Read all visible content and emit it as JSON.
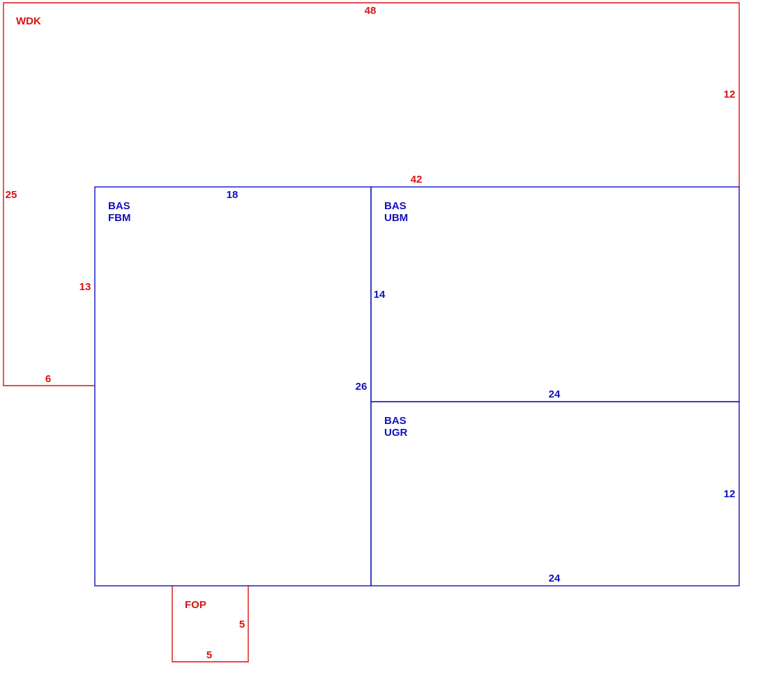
{
  "colors": {
    "exterior": "#dd1111",
    "interior": "#1111bb",
    "background": "#ffffff"
  },
  "areas": {
    "wdk": {
      "name": "WDK",
      "dims": {
        "top": "48",
        "right": "12",
        "left": "25",
        "bottom": "6",
        "inner_top": "42",
        "inner_left": "13"
      }
    },
    "fbm": {
      "name_line1": "BAS",
      "name_line2": "FBM",
      "dims": {
        "top": "18",
        "right": "26"
      }
    },
    "ubm": {
      "name_line1": "BAS",
      "name_line2": "UBM",
      "dims": {
        "left": "14",
        "bottom": "24"
      }
    },
    "ugr": {
      "name_line1": "BAS",
      "name_line2": "UGR",
      "dims": {
        "right": "12",
        "bottom": "24"
      }
    },
    "fop": {
      "name": "FOP",
      "dims": {
        "right": "5",
        "bottom": "5"
      }
    }
  }
}
